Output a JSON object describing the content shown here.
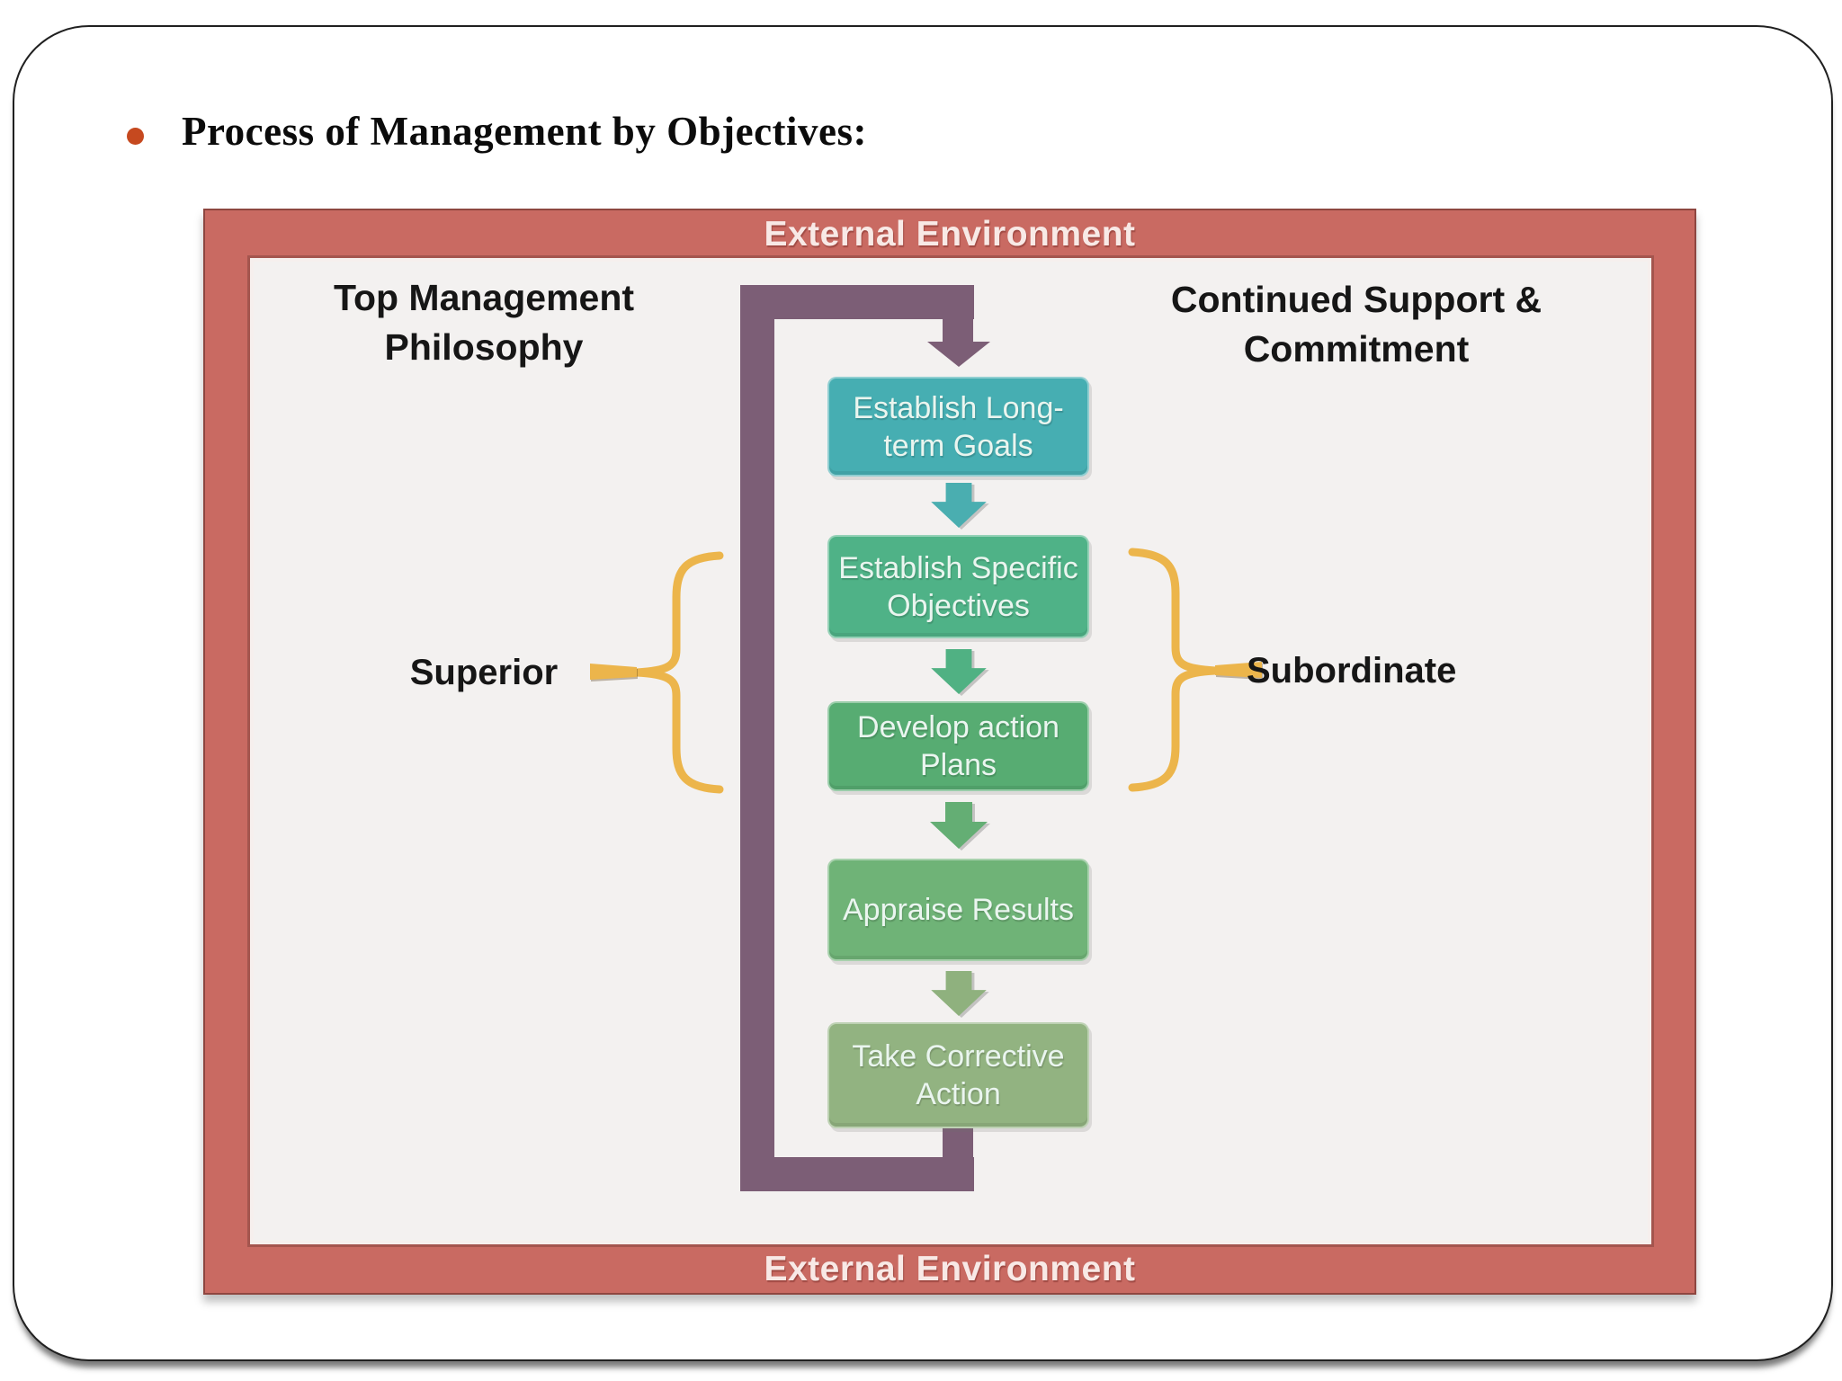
{
  "slide": {
    "title": "Process of Management by Objectives:",
    "bullet_color": "#c6491f"
  },
  "diagram": {
    "top_band_label": "External Environment",
    "bottom_band_label": "External Environment",
    "left_label": "Top Management\nPhilosophy",
    "right_label": "Continued Support &\nCommitment",
    "superior_label": "Superior",
    "subordinate_label": "Subordinate",
    "colors": {
      "frame": "#c96a62",
      "panel": "#f3f1f0",
      "band_text": "#f8e9e6",
      "loop": "#7c5e76",
      "brace": "#ecb54b"
    },
    "steps": [
      {
        "label": "Establish Long-\nterm Goals",
        "color": "#46aeb2"
      },
      {
        "label": "Establish Specific\nObjectives",
        "color": "#4fb287"
      },
      {
        "label": "Develop action\nPlans",
        "color": "#57ac72"
      },
      {
        "label": "Appraise Results",
        "color": "#6fb377"
      },
      {
        "label": "Take Corrective\nAction",
        "color": "#92b381"
      }
    ],
    "arrows": [
      {
        "color": "#4aaeb0"
      },
      {
        "color": "#50b183"
      },
      {
        "color": "#64ae74"
      },
      {
        "color": "#8fb17e"
      }
    ]
  }
}
